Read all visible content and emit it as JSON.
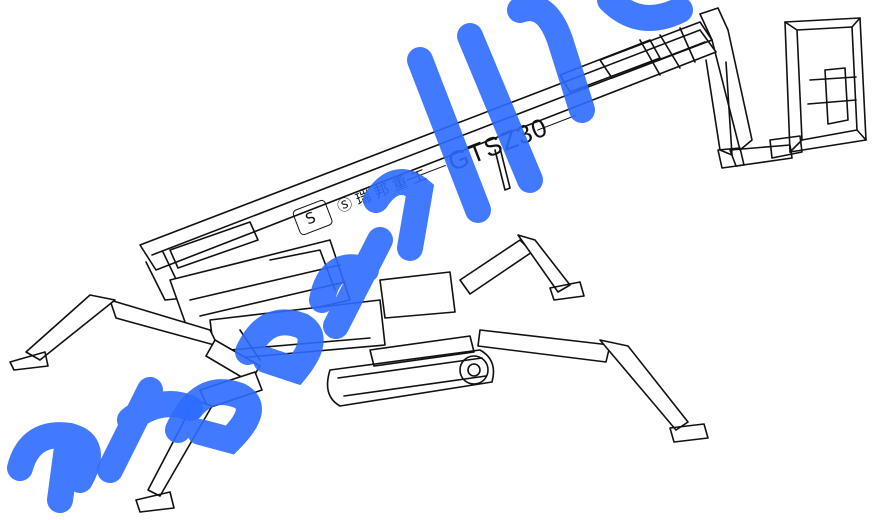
{
  "image": {
    "subject": "spider-crawler-aerial-work-platform",
    "background": "#ffffff",
    "line_color": "#111111"
  },
  "labels": {
    "model": "GTSZ30",
    "brand_mark": "S",
    "brand_chars": "Ⓢ 瑞 邦 重 工"
  },
  "watermark": {
    "text": "areudeu",
    "color": "#2e6bff"
  }
}
